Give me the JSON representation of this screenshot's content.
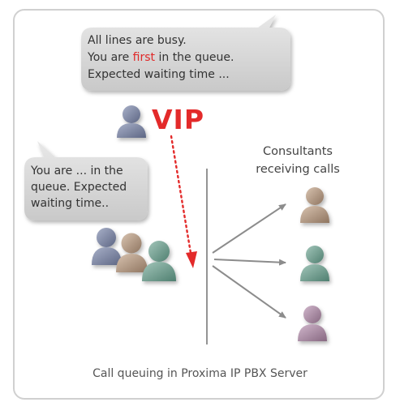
{
  "bubble_top": {
    "line1": "All lines are busy.",
    "line2_before": "You are ",
    "line2_highlight": "first",
    "line2_after": " in the queue.",
    "line3": "Expected waiting time ..."
  },
  "bubble_left": {
    "line1": "You are ... in the",
    "line2": "queue. Expected",
    "line3": "waiting time.."
  },
  "vip_label": "VIP",
  "consultants_label": {
    "line1": "Consultants",
    "line2": "receiving calls"
  },
  "caption": "Call queuing in Proxima IP PBX Server",
  "colors": {
    "vip": "#e32a2a",
    "person_blue": "#7e88a6",
    "person_tan": "#b39c88",
    "person_teal": "#6e9e90",
    "person_mauve": "#a98aa3",
    "bubble": "#d6d6d6",
    "arrow": "#8c8c8c"
  },
  "icons": [
    "speech-bubble-icon",
    "person-icon",
    "arrow-icon"
  ]
}
